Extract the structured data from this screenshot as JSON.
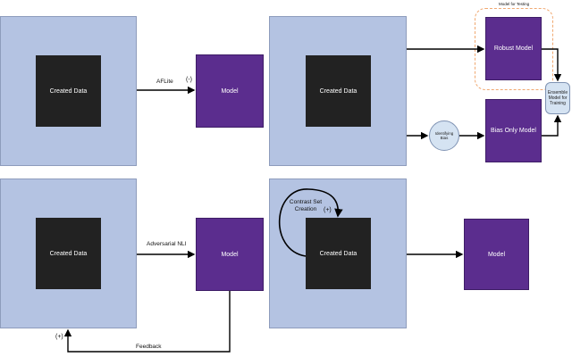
{
  "quadrants": {
    "top_left": {
      "created_data": "Created Data",
      "arrow_label": "AFLite",
      "sign": "(-)",
      "model": "Model"
    },
    "top_right": {
      "created_data": "Created Data",
      "model_for_testing": "Model for Testing",
      "robust_model": "Robust Model",
      "identifying_bias": "Identifying Bias",
      "bias_only_model": "Bias Only Model",
      "ensemble": "Ensemble Model for Training"
    },
    "bottom_left": {
      "created_data": "Created Data",
      "arrow_label": "Adversarial NLI",
      "model": "Model",
      "feedback": "Feedback",
      "sign": "(+)"
    },
    "bottom_right": {
      "contrast_set": "Contrast Set Creation",
      "sign": "(+)",
      "created_data": "Created Data",
      "model": "Model"
    }
  }
}
